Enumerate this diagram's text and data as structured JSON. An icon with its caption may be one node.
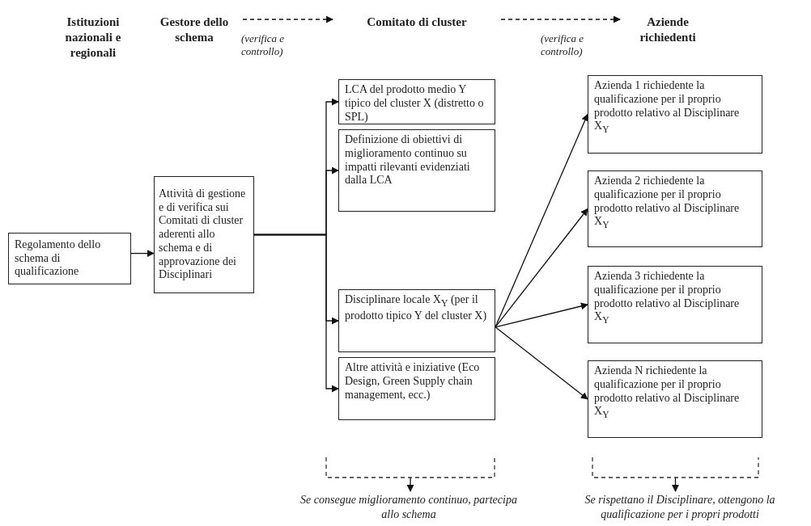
{
  "diagram": {
    "nodes": [
      {
        "text": [
          "Istituzioni nazionali e regionali"
        ]
      },
      {
        "text": [
          "Gestore dello schema"
        ]
      },
      {
        "text": [
          "Comitato di cluster"
        ]
      },
      {
        "text": [
          "Aziende richiedenti"
        ]
      },
      {
        "text": [
          "Regolamento dello schema di qualificazione"
        ]
      },
      {
        "text": [
          "Attività di gestione e di verifica sui Comitati di cluster aderenti allo schema e di approvazione dei Disciplinari"
        ]
      },
      {
        "text": [
          "LCA del prodotto medio Y tipico del cluster X (distretto o SPL)"
        ]
      },
      {
        "text": [
          "Definizione di obiettivi di miglioramento continuo su impatti rilevanti evidenziati dalla LCA"
        ]
      },
      {
        "text": [
          "Disciplinare locale X$_{Y}$ (per il prodotto tipico Y del cluster X)"
        ]
      },
      {
        "text": [
          "Altre attività e iniziative (Eco Design, Green Supply chain management, ecc.)"
        ]
      },
      {
        "text": [
          "Azienda 1 richiedente la qualificazione per il proprio prodotto relativo al Disciplinare X$_{Y}$"
        ]
      },
      {
        "text": [
          "Azienda 2 richiedente la qualificazione per il proprio prodotto relativo al Disciplinare X$_{Y}$"
        ]
      },
      {
        "text": [
          "Azienda 3 richiedente la qualificazione per il proprio prodotto relativo al Disciplinare X$_{Y}$"
        ]
      },
      {
        "text": [
          "Azienda N richiedente la qualificazione per il proprio prodotto relativo al Disciplinare X$_{Y}$"
        ]
      },
      {
        "text": [
          "Se consegue miglioramento continuo, partecipa allo schema"
        ]
      },
      {
        "text": [
          "Se rispettano il Disciplinare, ottengono la qualificazione  per i propri prodotti"
        ]
      },
      {
        "text": [],
        "shape": "bracket"
      },
      {
        "text": [],
        "shape": "bracket"
      }
    ],
    "edges": [
      {
        "from": 1,
        "to": 2,
        "arrow": "to",
        "style": "dashed",
        "label": "(verifica e controllo)"
      },
      {
        "from": 2,
        "to": 3,
        "arrow": "to",
        "style": "dashed",
        "label": "(verifica e controllo)"
      },
      {
        "from": 4,
        "to": 5,
        "arrow": "to"
      },
      {
        "from": 5,
        "to": 6,
        "arrow": "to"
      },
      {
        "from": 5,
        "to": 7,
        "arrow": "to"
      },
      {
        "from": 5,
        "to": 8,
        "arrow": "to"
      },
      {
        "from": 5,
        "to": 9,
        "arrow": "to"
      },
      {
        "from": 8,
        "to": 10,
        "arrow": "to"
      },
      {
        "from": 8,
        "to": 11,
        "arrow": "to"
      },
      {
        "from": 8,
        "to": 12,
        "arrow": "to"
      },
      {
        "from": 8,
        "to": 13,
        "arrow": "to"
      },
      {
        "from": 16,
        "to": 14,
        "arrow": "to"
      },
      {
        "from": 17,
        "to": 15,
        "arrow": "to"
      }
    ]
  }
}
